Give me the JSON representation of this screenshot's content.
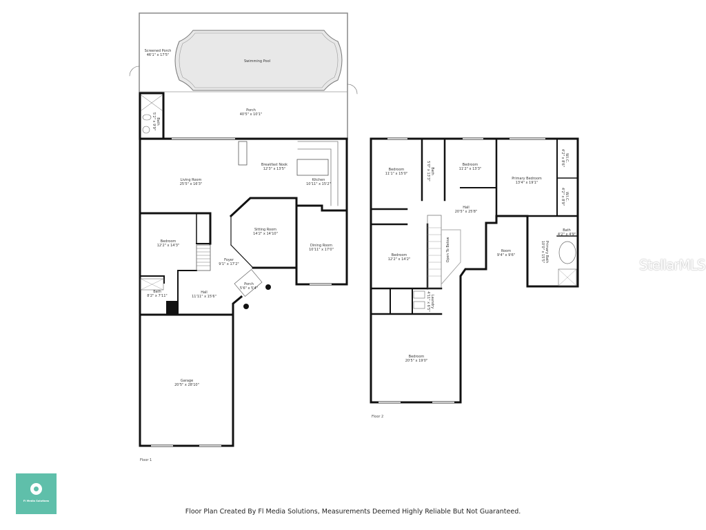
{
  "floor1": {
    "label": "Floor 1",
    "rooms": {
      "screened_porch": {
        "name": "Screened Porch",
        "dim": "46'1\" x 17'5\""
      },
      "swimming_pool": {
        "name": "Swimming Pool"
      },
      "porch": {
        "name": "Porch",
        "dim": "40'5\" x 10'1\""
      },
      "bath_pool": {
        "name": "Bath",
        "dim": "5'2\" x 9'9\""
      },
      "living_room": {
        "name": "Living Room",
        "dim": "25'5\" x 16'3\""
      },
      "breakfast_nook": {
        "name": "Breakfast Nook",
        "dim": "12'3\" x 13'5\""
      },
      "kitchen": {
        "name": "Kitchen",
        "dim": "10'11\" x 15'2\""
      },
      "bedroom": {
        "name": "Bedroom",
        "dim": "12'2\" x 14'3\""
      },
      "sitting_room": {
        "name": "Sitting Room",
        "dim": "14'2\" x 14'10\""
      },
      "dining_room": {
        "name": "Dining Room",
        "dim": "10'11\" x 17'0\""
      },
      "foyer": {
        "name": "Foyer",
        "dim": "9'1\" x 17'2\""
      },
      "front_porch": {
        "name": "Porch",
        "dim": "5'6\" x 5'4\""
      },
      "bath": {
        "name": "Bath",
        "dim": "8'2\" x 7'11\""
      },
      "hall": {
        "name": "Hall",
        "dim": "11'11\" x 15'6\""
      },
      "garage": {
        "name": "Garage",
        "dim": "20'5\" x 28'10\""
      }
    }
  },
  "floor2": {
    "label": "Floor 2",
    "rooms": {
      "bedroom_nw": {
        "name": "Bedroom",
        "dim": "11'1\" x 15'0\""
      },
      "bath": {
        "name": "Bath",
        "dim": "5'0\" x 13'3\""
      },
      "bedroom_n": {
        "name": "Bedroom",
        "dim": "11'2\" x 13'3\""
      },
      "primary_bedroom": {
        "name": "Primary Bedroom",
        "dim": "13'4\" x 19'1\""
      },
      "wic_1": {
        "name": "W.I.C.",
        "dim": "4'2\" x 8'6\""
      },
      "wic_2": {
        "name": "W.I.C.",
        "dim": "4'2\" x 8'9\""
      },
      "hall": {
        "name": "Hall",
        "dim": "20'5\" x 25'8\""
      },
      "bedroom_w": {
        "name": "Bedroom",
        "dim": "12'2\" x 14'2\""
      },
      "open_to_below": {
        "name": "Open To Below"
      },
      "room": {
        "name": "Room",
        "dim": "9'4\" x 9'6\""
      },
      "primary_bath": {
        "name": "Primary Bath",
        "dim": "10'0\" x 15'5\""
      },
      "bath_small": {
        "name": "Bath",
        "dim": "4'2\" x 4'9\""
      },
      "laundry": {
        "name": "Laundry",
        "dim": "4'11\" x 6'5\""
      },
      "bedroom_s": {
        "name": "Bedroom",
        "dim": "20'5\" x 19'0\""
      }
    }
  },
  "branding": {
    "logo_text": "Fl Media Solutions",
    "logo_color": "#5fbfaa",
    "watermark": "StellarMLS"
  },
  "footer": {
    "disclaimer": "Floor Plan Created By Fl Media Solutions, Measurements Deemed Highly Reliable But Not Guaranteed."
  }
}
